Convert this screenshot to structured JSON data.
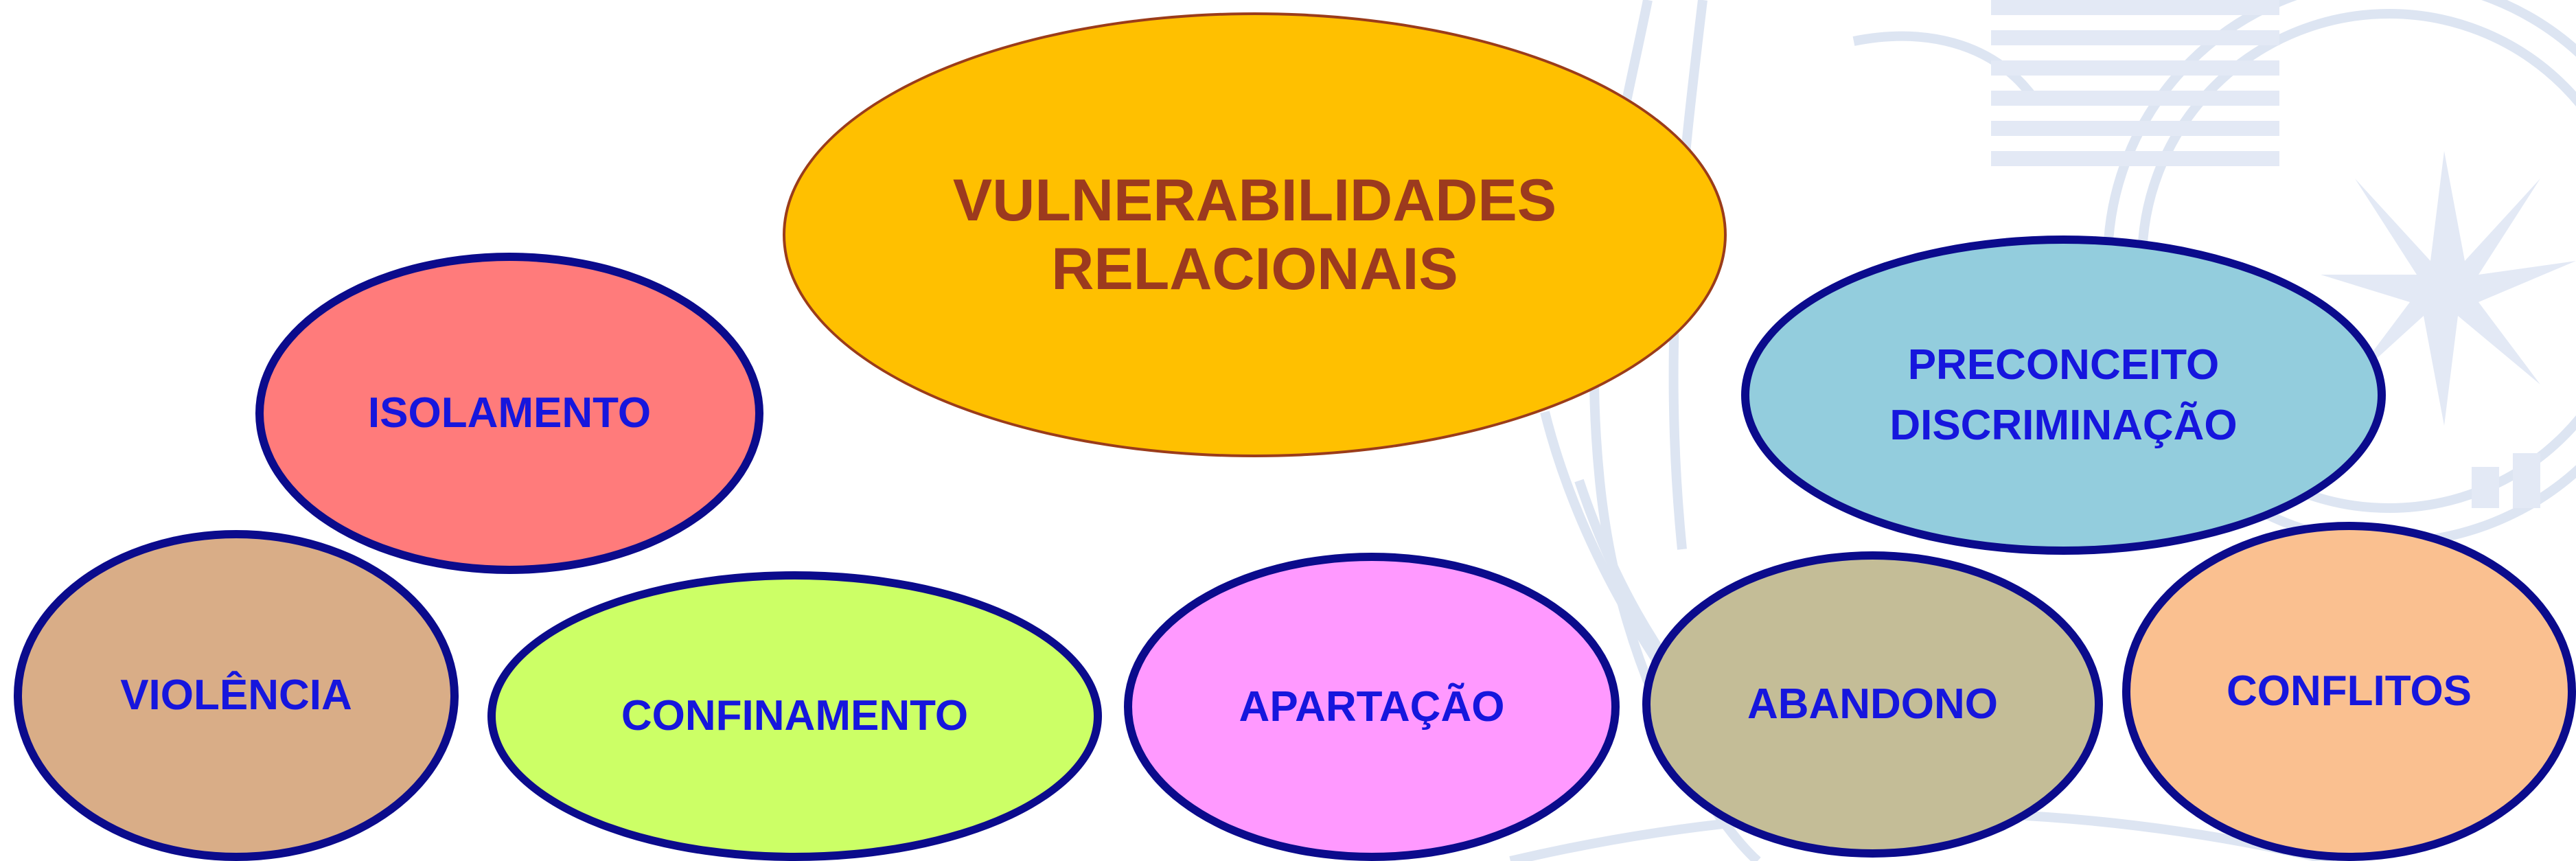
{
  "diagram": {
    "center": {
      "lines": [
        "VULNERABILIDADES",
        "RELACIONAIS"
      ],
      "fill": "#ffc000",
      "text_color": "#9c3a1e"
    },
    "nodes": [
      {
        "id": "isolamento",
        "lines": [
          "ISOLAMENTO"
        ],
        "fill": "#ff7b7b"
      },
      {
        "id": "preconceito",
        "lines": [
          "PRECONCEITO",
          "DISCRIMINAÇÃO"
        ],
        "fill": "#93cddd"
      },
      {
        "id": "violencia",
        "lines": [
          "VIOLÊNCIA"
        ],
        "fill": "#d9ad87"
      },
      {
        "id": "confinamento",
        "lines": [
          "CONFINAMENTO"
        ],
        "fill": "#ccff66"
      },
      {
        "id": "apartacao",
        "lines": [
          "APARTAÇÃO"
        ],
        "fill": "#ff99ff"
      },
      {
        "id": "abandono",
        "lines": [
          "ABANDONO"
        ],
        "fill": "#c4bd97"
      },
      {
        "id": "conflitos",
        "lines": [
          "CONFLITOS"
        ],
        "fill": "#fac090"
      }
    ],
    "node_border_color": "#0b0b8c",
    "node_text_color": "#1616dd"
  },
  "background": {
    "watermark": "coat-of-arms-watermark",
    "watermark_color": "#dde5f2"
  }
}
